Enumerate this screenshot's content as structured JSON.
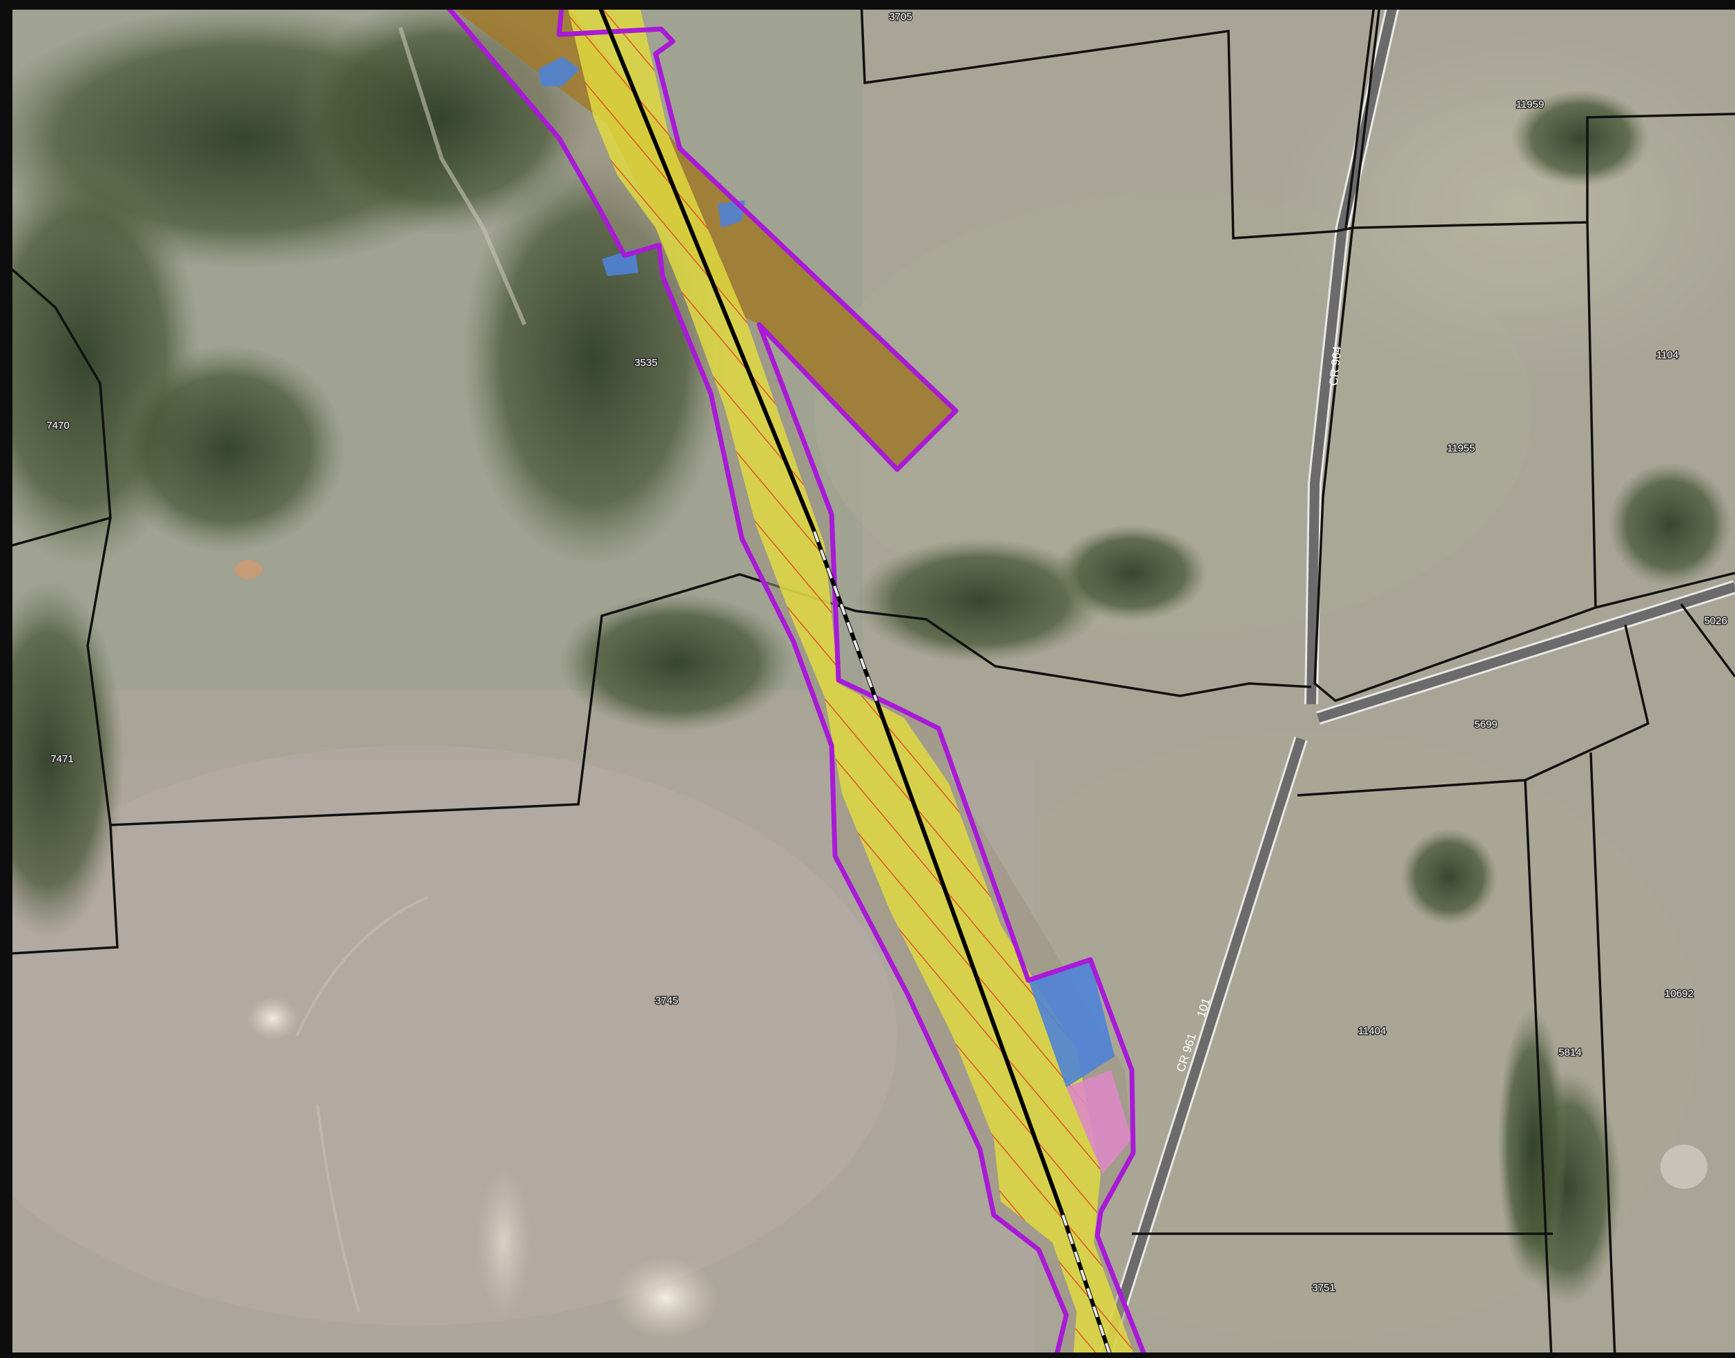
{
  "colors": {
    "frame": "#0d0d0d",
    "imagery_base": "#a3a293",
    "woodland": "#3d4a2e",
    "field_light": "#b6b3a2",
    "parcel_line": "#111111",
    "corridor_outline": "#a81ad6",
    "corridor_buffer": "#9c9382",
    "corridor_fill": "#e2dc3e",
    "hatch": "#e0542a",
    "brown_zone": "#a07a2c",
    "blue_zone": "#4f83d6",
    "pink_zone": "#dc8ac4",
    "centerline": "#000000",
    "dashed_segment": "#e8e8e8",
    "road": "#6b6b6b"
  },
  "parcels": [
    {
      "id": "3705",
      "label": "3705"
    },
    {
      "id": "11959",
      "label": "11959"
    },
    {
      "id": "1104",
      "label": "1104"
    },
    {
      "id": "11955",
      "label": "11955"
    },
    {
      "id": "3535",
      "label": "3535"
    },
    {
      "id": "7470",
      "label": "7470"
    },
    {
      "id": "7471",
      "label": "7471"
    },
    {
      "id": "5026",
      "label": "5026"
    },
    {
      "id": "5699",
      "label": "5699"
    },
    {
      "id": "3745",
      "label": "3745"
    },
    {
      "id": "11404",
      "label": "11404"
    },
    {
      "id": "10692",
      "label": "10692"
    },
    {
      "id": "5814",
      "label": "5814"
    },
    {
      "id": "3751",
      "label": "3751"
    }
  ],
  "roads": [
    {
      "id": "cr964",
      "label": "CR 964"
    },
    {
      "id": "cr961",
      "label": "CR 961"
    },
    {
      "id": "r101",
      "label": "101"
    }
  ]
}
